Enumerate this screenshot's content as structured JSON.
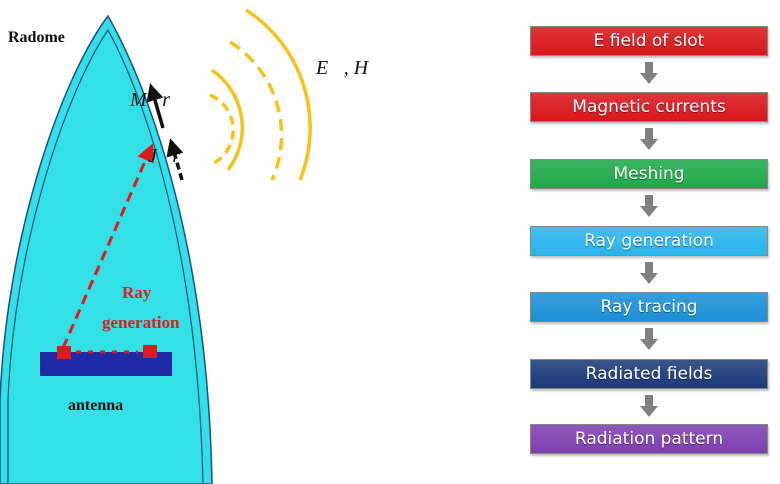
{
  "diagram": {
    "radome_label": "Radome",
    "antenna_label": "antenna",
    "ray_label_line1": "Ray",
    "ray_label_line2": "generation",
    "field_label": "E⃗, H⃗",
    "mr_label": "M⃗r",
    "jr_label": "J⃗r"
  },
  "flowchart": {
    "steps": [
      {
        "label": "E field of slot",
        "color": "#d9161c"
      },
      {
        "label": "Magnetic currents",
        "color": "#d9161c"
      },
      {
        "label": "Meshing",
        "color": "#1fa84a"
      },
      {
        "label": "Ray generation",
        "color": "#29b5ec"
      },
      {
        "label": "Ray tracing",
        "color": "#1c8fd6"
      },
      {
        "label": "Radiated fields",
        "color": "#1a3a78"
      },
      {
        "label": "Radiation pattern",
        "color": "#7e3fb0"
      }
    ],
    "arrow_color": "#808080"
  },
  "colors": {
    "radome": "#33e0e6",
    "radome_edge": "#1c4f86",
    "antenna": "#1f2aa6",
    "ray": "#e01a1a",
    "waves": "#f6c31a",
    "current_arrows": "#111111"
  }
}
